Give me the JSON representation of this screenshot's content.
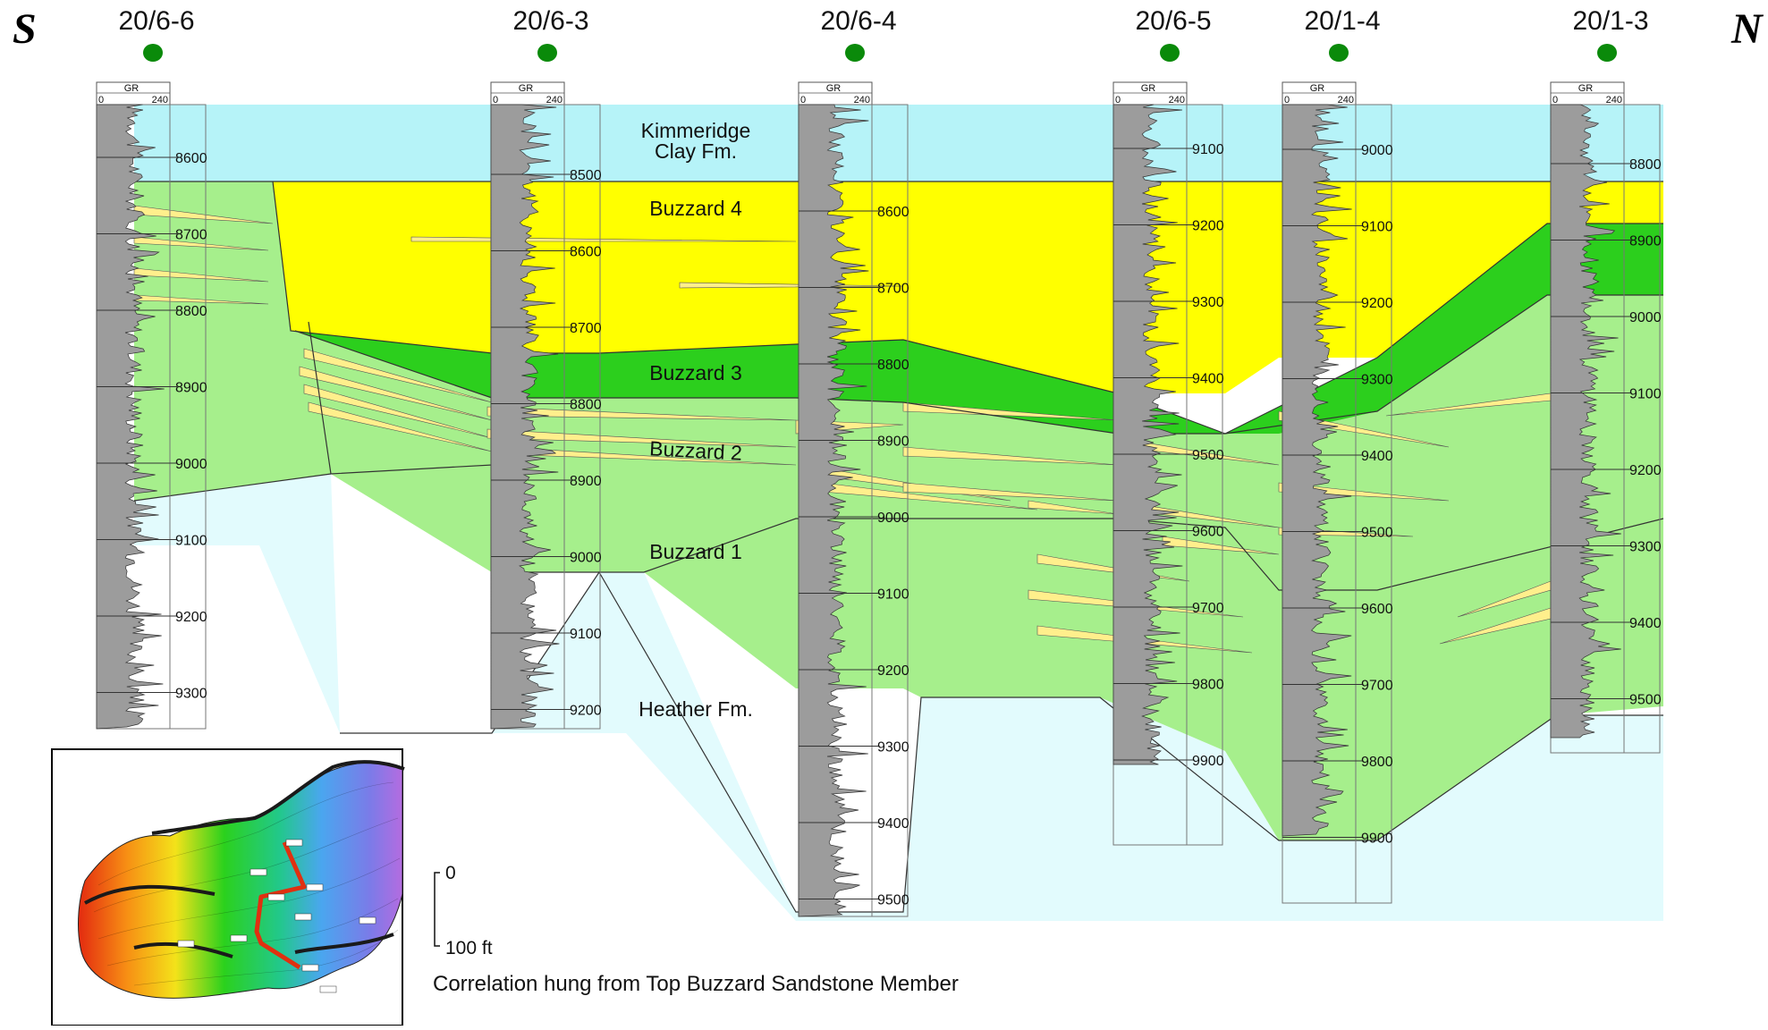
{
  "compass": {
    "south": "S",
    "north": "N"
  },
  "colors": {
    "kimmeridge": "#b6f3f8",
    "heather": "#e2fbfd",
    "buzzard4": "#ffff00",
    "buzzard3": "#2ccf1d",
    "buzzard2": "#ffef8c",
    "buzzard1": "#a6ef8c",
    "gr_fill": "#9c9c9c",
    "well_dot": "#0a8a0a",
    "traverse": "#e03010"
  },
  "wells": [
    {
      "name": "20/6-6",
      "gr_label": "GR",
      "gr_min": "0",
      "gr_max": "240",
      "depths": [
        "8600",
        "8700",
        "8800",
        "8900",
        "9000",
        "9100",
        "9200",
        "9300"
      ]
    },
    {
      "name": "20/6-3",
      "gr_label": "GR",
      "gr_min": "0",
      "gr_max": "240",
      "depths": [
        "8500",
        "8600",
        "8700",
        "8800",
        "8900",
        "9000",
        "9100",
        "9200"
      ]
    },
    {
      "name": "20/6-4",
      "gr_label": "GR",
      "gr_min": "0",
      "gr_max": "240",
      "depths": [
        "8600",
        "8700",
        "8800",
        "8900",
        "9000",
        "9100",
        "9200",
        "9300",
        "9400",
        "9500"
      ]
    },
    {
      "name": "20/6-5",
      "gr_label": "GR",
      "gr_min": "0",
      "gr_max": "240",
      "depths": [
        "9100",
        "9200",
        "9300",
        "9400",
        "9500",
        "9600",
        "9700",
        "9800",
        "9900"
      ]
    },
    {
      "name": "20/1-4",
      "gr_label": "GR",
      "gr_min": "0",
      "gr_max": "240",
      "depths": [
        "9000",
        "9100",
        "9200",
        "9300",
        "9400",
        "9500",
        "9600",
        "9700",
        "9800",
        "9900"
      ]
    },
    {
      "name": "20/1-3",
      "gr_label": "GR",
      "gr_min": "0",
      "gr_max": "240",
      "depths": [
        "8800",
        "8900",
        "9000",
        "9100",
        "9200",
        "9300",
        "9400",
        "9500"
      ]
    }
  ],
  "units": {
    "kimmeridge_line1": "Kimmeridge",
    "kimmeridge_line2": "Clay Fm.",
    "buzzard4": "Buzzard 4",
    "buzzard3": "Buzzard 3",
    "buzzard2": "Buzzard 2",
    "buzzard1": "Buzzard 1",
    "heather": "Heather Fm."
  },
  "scale_bar": {
    "top": "0",
    "bottom": "100 ft"
  },
  "caption": "Correlation hung from Top Buzzard Sandstone Member"
}
